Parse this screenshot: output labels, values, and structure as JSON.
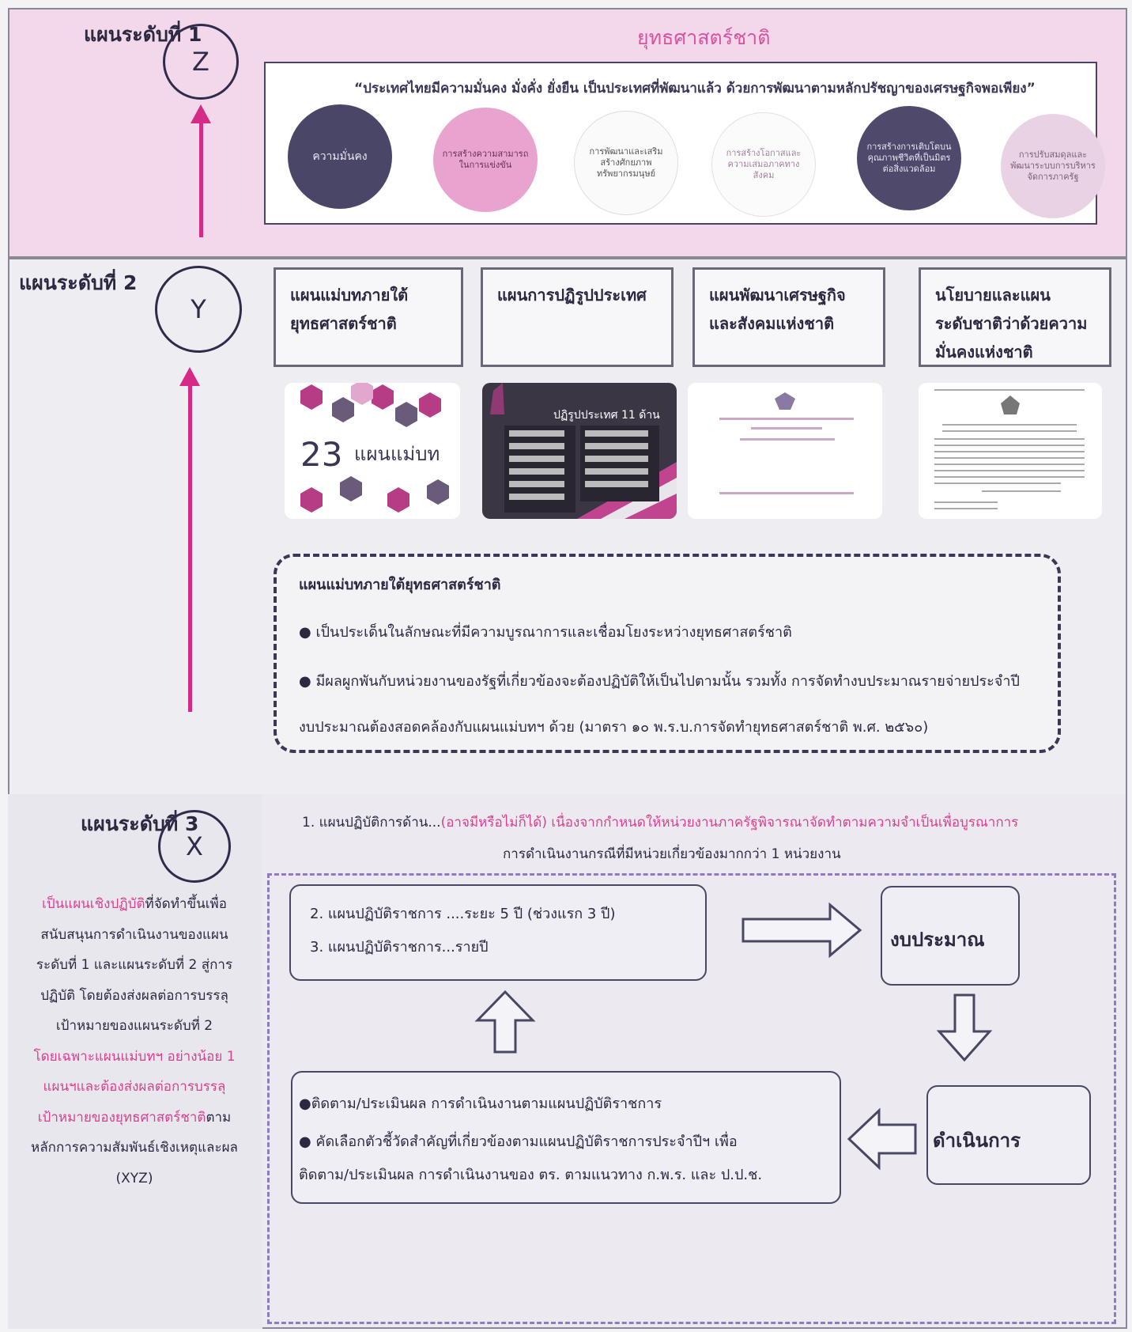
{
  "level1": {
    "title": "แผนระดับที่ 1",
    "letter": "Z",
    "strategy_title": "ยุทธศาสตร์ชาติ",
    "vision": "“ประเทศไทยมีความมั่นคง มั่งคั่ง ยั่งยืน เป็นประเทศที่พัฒนาแล้ว ด้วยการพัฒนาตามหลักปรัชญาของเศรษฐกิจพอเพียง”",
    "strategies": [
      {
        "label": "ความมั่นคง"
      },
      {
        "label": "การสร้างความสามารถในการแข่งขัน"
      },
      {
        "label": "การพัฒนาและเสริมสร้างศักยภาพทรัพยากรมนุษย์"
      },
      {
        "label": "การสร้างโอกาสและความเสมอภาคทางสังคม"
      },
      {
        "label": "การสร้างการเติบโตบนคุณภาพชีวิตที่เป็นมิตรต่อสิ่งแวดล้อม"
      },
      {
        "label": "การปรับสมดุลและพัฒนาระบบการบริหารจัดการภาครัฐ"
      }
    ]
  },
  "level2": {
    "title": "แผนระดับที่ 2",
    "letter": "Y",
    "plans": [
      {
        "line1": "แผนแม่บทภายใต้",
        "line2": "ยุทธศาสตร์ชาติ",
        "line3": ""
      },
      {
        "line1": "แผนการปฏิรูปประเทศ",
        "line2": "",
        "line3": ""
      },
      {
        "line1": "แผนพัฒนาเศรษฐกิจ",
        "line2": "และสังคมแห่งชาติ",
        "line3": ""
      },
      {
        "line1": "นโยบายและแผน",
        "line2": "ระดับชาติว่าด้วยความ",
        "line3": "มั่นคงแห่งชาติ"
      }
    ],
    "thumb1": {
      "number": "23",
      "label": "แผนแม่บท"
    },
    "thumb2": {
      "label": "ปฏิรูปประเทศ 11 ด้าน"
    },
    "box": {
      "title": "แผนแม่บทภายใต้ยุทธศาสตร์ชาติ",
      "bullet1": "เป็นประเด็นในลักษณะที่มีความบูรณาการและเชื่อมโยงระหว่างยุทธศาสตร์ชาติ",
      "bullet2": "มีผลผูกพันกับหน่วยงานของรัฐที่เกี่ยวข้องจะต้องปฏิบัติให้เป็นไปตามนั้น รวมทั้ง การจัดทำงบประมาณรายจ่ายประจำปี",
      "line3": "งบประมาณต้องสอดคล้องกับแผนแม่บทฯ ด้วย (มาตรา ๑๐ พ.ร.บ.การจัดทำยุทธศาสตร์ชาติ พ.ศ. ๒๕๖๐)"
    }
  },
  "level3": {
    "title": "แผนระดับที่ 3",
    "letter": "X",
    "desc": {
      "l1a": "เป็นแผนเชิงปฏิบัติ",
      "l1b": "ที่จัดทำขึ้นเพื่อ",
      "l2": "สนับสนุนการดำเนินงานของแผน",
      "l3": "ระดับที่ 1 และแผนระดับที่ 2 สู่การ",
      "l4": "ปฏิบัติ โดยต้องส่งผลต่อการบรรลุ",
      "l5": "เป้าหมายของแผนระดับที่ 2",
      "l6": "โดยเฉพาะแผนแม่บทฯ อย่างน้อย 1",
      "l7": "แผนฯและต้องส่งผลต่อการบรรลุ",
      "l8a": "เป้าหมายของยุทธศาสตร์ชาติ",
      "l8b": "ตาม",
      "l9": "หลักการความสัมพันธ์เชิงเหตุและผล",
      "l10": "(XYZ)"
    },
    "note1_black": "1. แผนปฏิบัติการด้าน...",
    "note1_pink": "(อาจมีหรือไม่ก็ได้) เนื่องจากกำหนดให้หน่วยงานภาครัฐพิจารณาจัดทำตามความจำเป็นเพื่อบูรณาการ",
    "note1_pink2": "การดำเนินงานกรณีที่มีหน่วยเกี่ยวข้องมากกว่า 1 หน่วยงาน",
    "plan2": "2. แผนปฏิบัติราชการ ....ระยะ 5 ปี (ช่วงแรก 3 ปี)",
    "plan3": "3. แผนปฏิบัติราชการ...รายปี",
    "budget": "งบประมาณ",
    "operate": "ดำเนินการ",
    "monitor1": "●ติดตาม/ประเมินผล การดำเนินงานตามแผนปฏิบัติราชการ",
    "monitor2": "● คัดเลือกตัวชี้วัดสำคัญที่เกี่ยวข้องตามแผนปฏิบัติราชการประจำปีฯ เพื่อ",
    "monitor3": "ติดตาม/ประเมินผล การดำเนินงานของ ตร. ตามแนวทาง ก.พ.ร. และ ป.ป.ช."
  },
  "colors": {
    "accent_pink": "#d52b86",
    "dark": "#2f2b4a",
    "band1": "#f2d8ea"
  }
}
